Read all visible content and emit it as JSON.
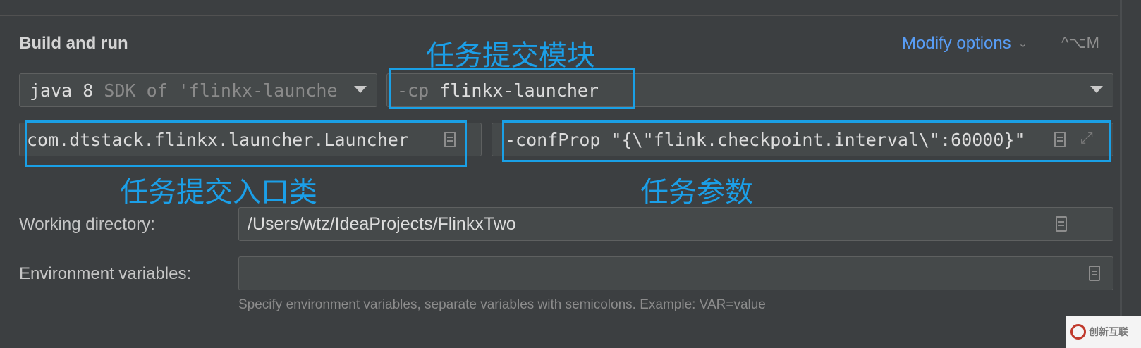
{
  "section": {
    "title": "Build and run",
    "modify_options": "Modify options",
    "shortcut": "^⌥M"
  },
  "sdk_combo": {
    "value": "java 8",
    "hint": " SDK of 'flinkx-launche"
  },
  "classpath_combo": {
    "prefix": "-cp ",
    "value": "flinkx-launcher"
  },
  "main_class": {
    "value": "com.dtstack.flinkx.launcher.Launcher"
  },
  "program_arguments": {
    "value": "-confProp \"{\\\"flink.checkpoint.interval\\\":60000}\""
  },
  "working_directory": {
    "label": "Working directory:",
    "value": "/Users/wtz/IdeaProjects/FlinkxTwo"
  },
  "environment_variables": {
    "label": "Environment variables:",
    "value": "",
    "help": "Specify environment variables, separate variables with semicolons. Example: VAR=value"
  },
  "annotations": {
    "module": "任务提交模块",
    "entry_class": "任务提交入口类",
    "params": "任务参数"
  },
  "watermark": {
    "text": "创新互联"
  },
  "colors": {
    "background": "#3c3f41",
    "accent_link": "#589df6",
    "annotation": "#1aa0e6"
  }
}
